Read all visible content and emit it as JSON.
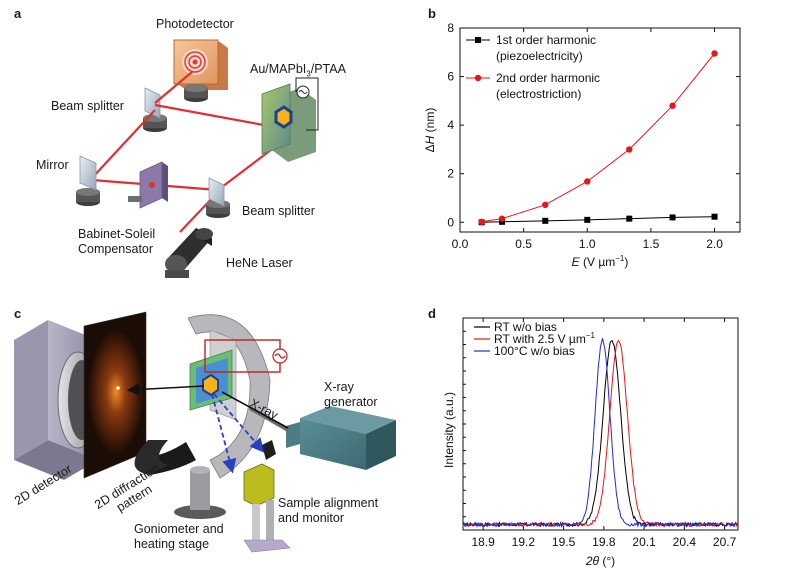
{
  "panels": {
    "a": {
      "letter": "a",
      "labels": {
        "photodetector": "Photodetector",
        "sample_pre": "Au/MAPbI",
        "sample_sub": "3",
        "sample_post": "/PTAA",
        "beam_splitter_top": "Beam splitter",
        "mirror": "Mirror",
        "beam_splitter_bottom": "Beam splitter",
        "compensator_line1": "Babinet-Soleil",
        "compensator_line2": "Compensator",
        "laser": "HeNe Laser"
      }
    },
    "b": {
      "letter": "b"
    },
    "c": {
      "letter": "c",
      "labels": {
        "detector": "2D detector",
        "pattern_line1": "2D diffraction",
        "pattern_line2": "pattern",
        "xray_beam": "X-ray",
        "generator_line1": "X-ray",
        "generator_line2": "generator",
        "alignment_line1": "Sample alignment",
        "alignment_line2": "and monitor",
        "goniometer_line1": "Goniometer and",
        "goniometer_line2": "heating stage"
      }
    },
    "d": {
      "letter": "d"
    }
  },
  "chart_data": [
    {
      "panel": "b",
      "type": "line",
      "xlabel_italic": "E",
      "xlabel_rest": " (V µm",
      "xlabel_sup": "−1",
      "xlabel_close": ")",
      "ylabel_prefix": "Δ",
      "ylabel_italic": "H",
      "ylabel_rest": " (nm)",
      "xlim": [
        0,
        2.2
      ],
      "ylim": [
        -0.4,
        8
      ],
      "xticks": [
        "0.0",
        "0.5",
        "1.0",
        "1.5",
        "2.0"
      ],
      "xtick_values": [
        0,
        0.5,
        1.0,
        1.5,
        2.0
      ],
      "yticks": [
        "0",
        "2",
        "4",
        "6",
        "8"
      ],
      "ytick_values": [
        0,
        2,
        4,
        6,
        8
      ],
      "legend_position": "top-left",
      "series": [
        {
          "name_line1": "1st order harmonic",
          "name_line2": "(piezoelectricity)",
          "color": "#000000",
          "marker": "square",
          "x": [
            0.17,
            0.33,
            0.67,
            1.0,
            1.33,
            1.67,
            2.0
          ],
          "y": [
            0.0,
            0.02,
            0.06,
            0.1,
            0.15,
            0.2,
            0.23
          ]
        },
        {
          "name_line1": "2nd order harmonic",
          "name_line2": "(electrostriction)",
          "color": "#e8151b",
          "marker": "circle",
          "x": [
            0.17,
            0.33,
            0.67,
            1.0,
            1.33,
            1.67,
            2.0
          ],
          "y": [
            0.02,
            0.15,
            0.72,
            1.68,
            3.0,
            4.8,
            6.95
          ]
        }
      ]
    },
    {
      "panel": "d",
      "type": "line",
      "xlabel_italic": "2θ",
      "xlabel_rest": " (°)",
      "ylabel": "Intensity (a.u.)",
      "xlim": [
        18.75,
        20.8
      ],
      "xticks": [
        "18.9",
        "19.2",
        "19.5",
        "19.8",
        "20.1",
        "20.4",
        "20.7"
      ],
      "xtick_values": [
        18.9,
        19.2,
        19.5,
        19.8,
        20.1,
        20.4,
        20.7
      ],
      "ylim": [
        0,
        1.15
      ],
      "legend_position": "top-left",
      "series": [
        {
          "name": "RT w/o bias",
          "color": "#000000",
          "center": 19.86,
          "width": 0.065,
          "height": 1.0,
          "base": 0.03
        },
        {
          "name_pre": "RT with 2.5 V µm",
          "name_sup": "−1",
          "color": "#e8151b",
          "center": 19.91,
          "width": 0.065,
          "height": 1.0,
          "base": 0.03
        },
        {
          "name": "100°C w/o bias",
          "color": "#1f2bd8",
          "center": 19.79,
          "width": 0.055,
          "height": 1.0,
          "base": 0.03
        }
      ]
    }
  ]
}
